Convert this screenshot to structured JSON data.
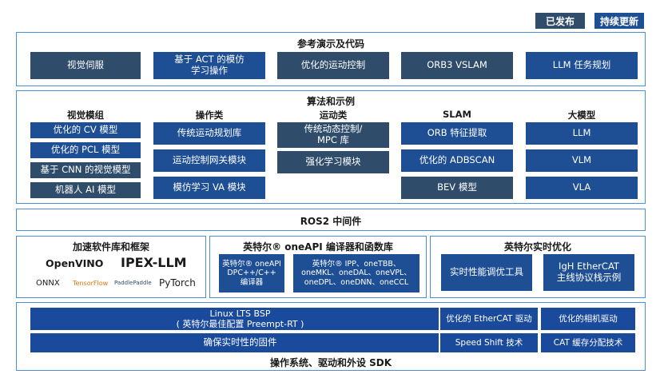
{
  "legend": {
    "published": "已发布",
    "updating": "持续更新"
  },
  "colors": {
    "published": "#2f4d6b",
    "updating": "#1e4f94",
    "border": "#4a90d9"
  },
  "demos": {
    "title": "参考演示及代码",
    "items": [
      "视觉伺服",
      "基于 ACT 的模仿\n学习操作",
      "优化的运动控制",
      "ORB3 VSLAM",
      "LLM 任务规划"
    ]
  },
  "algorithms": {
    "title": "算法和示例",
    "columns": [
      {
        "title": "视觉模组",
        "items": [
          "优化的 CV 模型",
          "优化的 PCL 模型",
          "基于 CNN 的视觉模型",
          "机器人 AI 模型"
        ]
      },
      {
        "title": "操作类",
        "items": [
          "传统运动规划库",
          "运动控制网关模块",
          "模仿学习 VA 模块"
        ]
      },
      {
        "title": "运动类",
        "items": [
          "传统动态控制/\nMPC 库",
          "强化学习模块"
        ]
      },
      {
        "title": "SLAM",
        "items": [
          "ORB 特征提取",
          "优化的 ADBSCAN",
          "BEV 模型"
        ]
      },
      {
        "title": "大模型",
        "items": [
          "LLM",
          "VLM",
          "VLA"
        ]
      }
    ]
  },
  "ros2": {
    "title": "ROS2 中间件"
  },
  "accel": {
    "title": "加速软件库和框架",
    "logos": [
      "OpenVINO",
      "IPEX-LLM",
      "ONNX",
      "TensorFlow",
      "PaddlePaddle",
      "PyTorch"
    ]
  },
  "oneapi": {
    "title": "英特尔® oneAPI 编译器和函数库",
    "items": [
      "英特尔® oneAPI\nDPC++/C++\n编译器",
      "英特尔® IPP、oneTBB、\noneMKL、oneDAL、oneVPL、\noneDPL、oneDNN、oneCCL"
    ]
  },
  "realtime": {
    "title": "英特尔实时优化",
    "items": [
      "实时性能调优工具",
      "IgH EtherCAT\n主线协议栈示例"
    ]
  },
  "os": {
    "title": "操作系统、驱动和外设 SDK",
    "bsp": "Linux LTS BSP\n( 英特尔最佳配置 Preempt-RT )",
    "firmware": "确保实时性的固件",
    "ethercat": "优化的 EtherCAT 驱动",
    "camera": "优化的相机驱动",
    "speedshift": "Speed Shift 技术",
    "cat": "CAT 缓存分配技术"
  }
}
